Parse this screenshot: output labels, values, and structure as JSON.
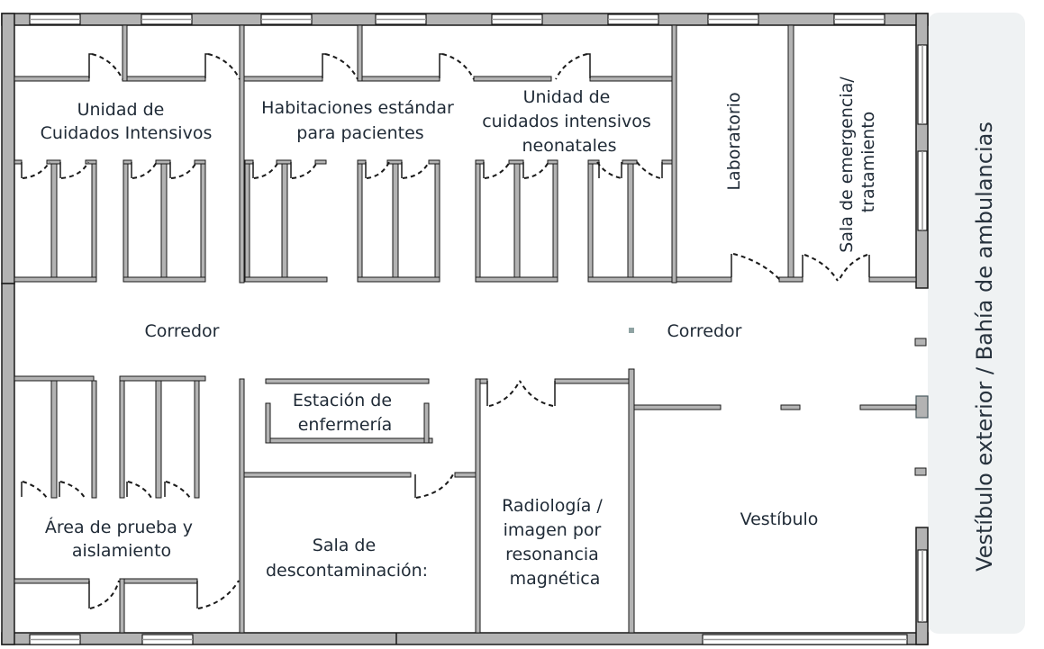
{
  "colors": {
    "wall_fill": "#b3b3b3",
    "wall_stroke": "#1a1a1a",
    "label_text": "#1f2a36",
    "exterior_panel": "#eff2f3",
    "marker": "#8fa3a3"
  },
  "rooms": {
    "icu": [
      "Unidad de",
      "Cuidados Intensivos"
    ],
    "standard_rooms": [
      "Habitaciones estándar",
      "para pacientes"
    ],
    "nicu": [
      "Unidad de",
      "cuidados intensivos",
      "neonatales"
    ],
    "laboratory": [
      "Laboratorio"
    ],
    "emergency": [
      "Sala de emergencia/",
      "tratamiento"
    ],
    "corridor_left": [
      "Corredor"
    ],
    "corridor_right": [
      "Corredor"
    ],
    "nursing_station": [
      "Estación de",
      "enfermería"
    ],
    "isolation": [
      "Área de prueba y",
      "aislamiento"
    ],
    "decontamination": [
      "Sala de",
      "descontaminación:"
    ],
    "radiology": [
      "Radiología /",
      "imagen por",
      "resonancia",
      "magnética"
    ],
    "lobby": [
      "Vestíbulo"
    ]
  },
  "exterior": {
    "label": "Vestíbulo exterior / Bahía de ambulancias"
  }
}
